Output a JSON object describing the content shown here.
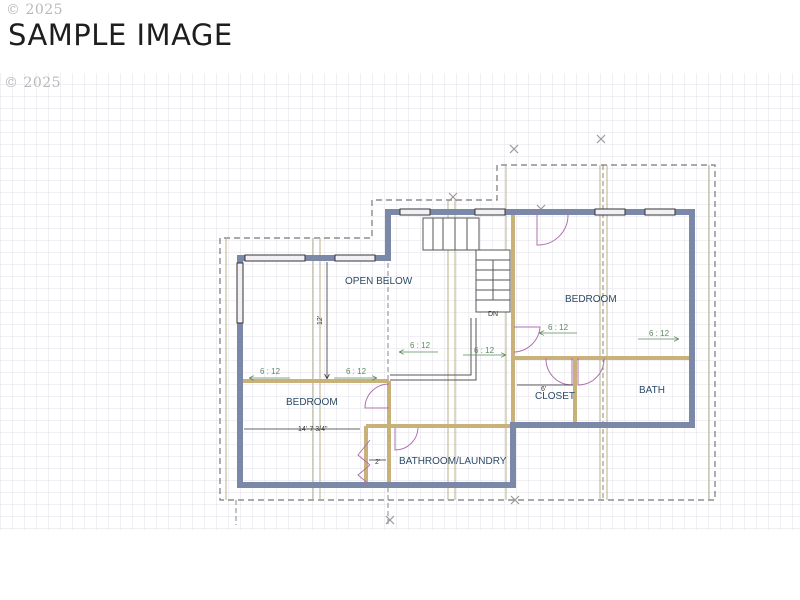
{
  "watermarks": {
    "top": "© 2025",
    "grid": "© 2025"
  },
  "banner": {
    "title": "SAMPLE IMAGE"
  },
  "floor_plan": {
    "rooms": [
      {
        "name": "open_below",
        "label": "OPEN BELOW"
      },
      {
        "name": "bedroom_upper_right",
        "label": "BEDROOM"
      },
      {
        "name": "bedroom_left",
        "label": "BEDROOM"
      },
      {
        "name": "closet",
        "label": "CLOSET"
      },
      {
        "name": "bath",
        "label": "BATH"
      },
      {
        "name": "bathroom_laundry",
        "label": "BATHROOM/LAUNDRY"
      }
    ],
    "stairs": {
      "label": "DN"
    },
    "roof_pitches": [
      "6 : 12",
      "6 : 12",
      "6 : 12",
      "6 : 12",
      "6 : 12",
      "6 : 12"
    ],
    "dimensions": {
      "vertical_open_below": "12'",
      "bedroom_width": "14'-7 3/4\"",
      "closet_width": "6'",
      "laundry_closet": "2'"
    },
    "colors": {
      "exterior_wall": "#7b88a8",
      "interior_wall": "#c8b27a",
      "door_swing": "#b070b0",
      "pitch_arrow": "#5a8a5a",
      "grid": "#e2e2ea",
      "label": "#2b4a66"
    }
  }
}
